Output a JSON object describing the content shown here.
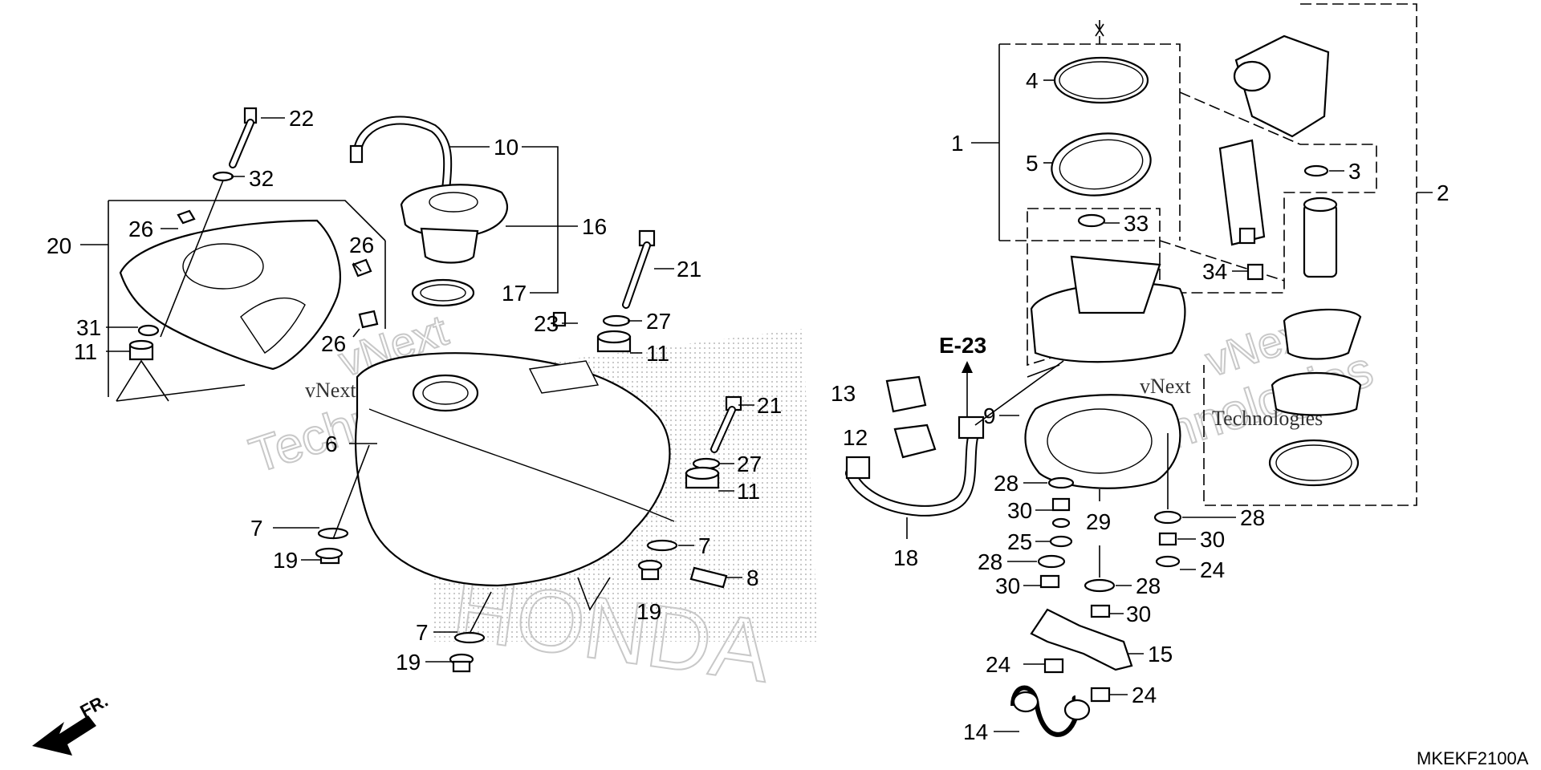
{
  "diagram_code": "MKEKF2100A",
  "reference": "E-23",
  "direction_label": "FR.",
  "watermark": {
    "line1": "vNext",
    "line2": "Technologies",
    "brand": "HONDA"
  },
  "callouts": [
    {
      "id": "c22",
      "num": "22"
    },
    {
      "id": "c32",
      "num": "32"
    },
    {
      "id": "c26a",
      "num": "26"
    },
    {
      "id": "c20",
      "num": "20"
    },
    {
      "id": "c26b",
      "num": "26"
    },
    {
      "id": "c26c",
      "num": "26"
    },
    {
      "id": "c31",
      "num": "31"
    },
    {
      "id": "c11a",
      "num": "11"
    },
    {
      "id": "c10",
      "num": "10"
    },
    {
      "id": "c16",
      "num": "16"
    },
    {
      "id": "c17",
      "num": "17"
    },
    {
      "id": "c21a",
      "num": "21"
    },
    {
      "id": "c23",
      "num": "23"
    },
    {
      "id": "c27a",
      "num": "27"
    },
    {
      "id": "c11b",
      "num": "11"
    },
    {
      "id": "c6",
      "num": "6"
    },
    {
      "id": "c21b",
      "num": "21"
    },
    {
      "id": "c27b",
      "num": "27"
    },
    {
      "id": "c11c",
      "num": "11"
    },
    {
      "id": "c7a",
      "num": "7"
    },
    {
      "id": "c19a",
      "num": "19"
    },
    {
      "id": "c7b",
      "num": "7"
    },
    {
      "id": "c8",
      "num": "8"
    },
    {
      "id": "c19b",
      "num": "19"
    },
    {
      "id": "c7c",
      "num": "7"
    },
    {
      "id": "c19c",
      "num": "19"
    },
    {
      "id": "c4",
      "num": "4"
    },
    {
      "id": "c1",
      "num": "1"
    },
    {
      "id": "c5",
      "num": "5"
    },
    {
      "id": "c33",
      "num": "33"
    },
    {
      "id": "c3",
      "num": "3"
    },
    {
      "id": "c2",
      "num": "2"
    },
    {
      "id": "c34",
      "num": "34"
    },
    {
      "id": "c13",
      "num": "13"
    },
    {
      "id": "c12",
      "num": "12"
    },
    {
      "id": "c9",
      "num": "9"
    },
    {
      "id": "c18",
      "num": "18"
    },
    {
      "id": "c28a",
      "num": "28"
    },
    {
      "id": "c30a",
      "num": "30"
    },
    {
      "id": "c29",
      "num": "29"
    },
    {
      "id": "c25",
      "num": "25"
    },
    {
      "id": "c28b",
      "num": "28"
    },
    {
      "id": "c30b",
      "num": "30"
    },
    {
      "id": "c28c",
      "num": "28"
    },
    {
      "id": "c28d",
      "num": "28"
    },
    {
      "id": "c30c",
      "num": "30"
    },
    {
      "id": "c24a",
      "num": "24"
    },
    {
      "id": "c30d",
      "num": "30"
    },
    {
      "id": "c15",
      "num": "15"
    },
    {
      "id": "c24b",
      "num": "24"
    },
    {
      "id": "c24c",
      "num": "24"
    },
    {
      "id": "c14",
      "num": "14"
    }
  ]
}
